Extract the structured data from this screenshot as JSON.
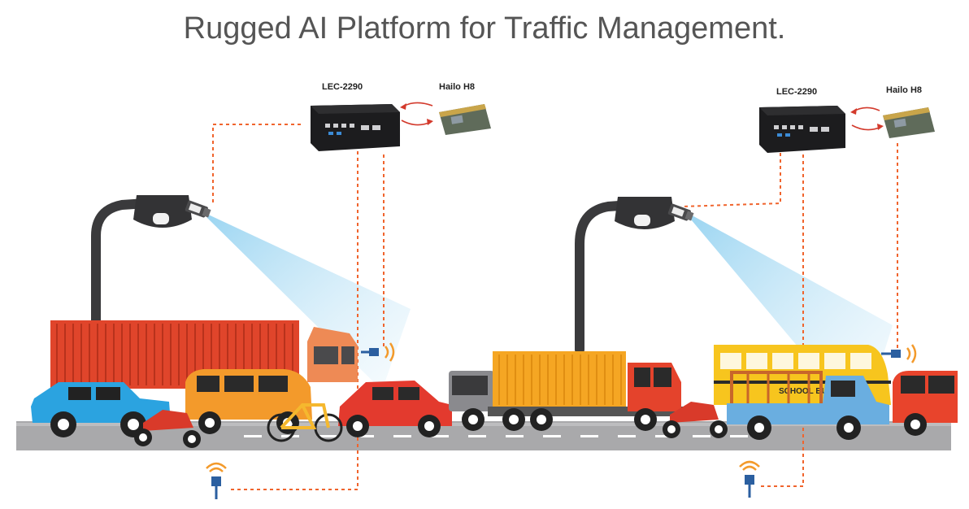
{
  "title": "Rugged AI Platform for Traffic Management.",
  "systems": [
    {
      "device": "LEC-2290",
      "accelerator": "Hailo H8"
    },
    {
      "device": "LEC-2290",
      "accelerator": "Hailo H8"
    }
  ],
  "vehicles": {
    "bus_sign": "SCHOOL BUS"
  },
  "colors": {
    "link_line": "#f0642d",
    "camera_beam": "#9fd3ef",
    "road": "#a8a8aa",
    "container_red": "#e0452b",
    "container_yellow": "#f5a623"
  }
}
